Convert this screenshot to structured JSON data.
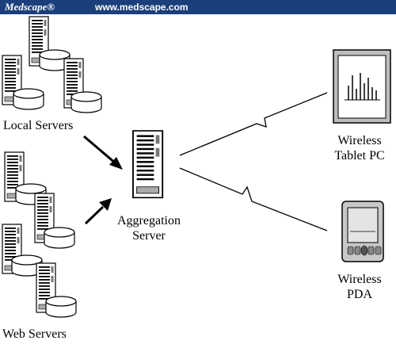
{
  "header": {
    "brand": "Medscape®",
    "url": "www.medscape.com"
  },
  "labels": {
    "local_servers": "Local Servers",
    "web_servers": "Web Servers",
    "aggregation": {
      "line1": "Aggregation",
      "line2": "Server"
    },
    "tablet": {
      "line1": "Wireless",
      "line2": "Tablet PC"
    },
    "pda": {
      "line1": "Wireless",
      "line2": "PDA"
    }
  }
}
